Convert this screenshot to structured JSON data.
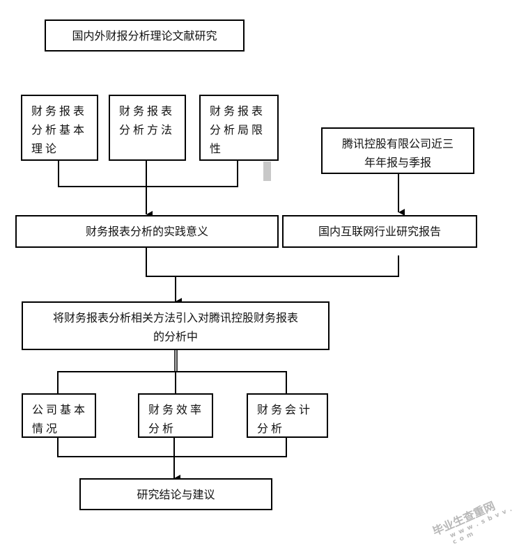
{
  "nodes": {
    "top": "国内外财报分析理论文献研究",
    "theory_a": [
      "财务报表",
      "分析基本",
      "理论"
    ],
    "theory_b": [
      "财务报表",
      "分析方法"
    ],
    "theory_c": [
      "财务报表",
      "分析局限",
      "性"
    ],
    "tencent_reports": [
      "腾讯控股有限公司近三",
      "年年报与季报"
    ],
    "practice": "财务报表分析的实践意义",
    "industry": "国内互联网行业研究报告",
    "apply": [
      "将财务报表分析相关方法引入对腾讯控股财务报表",
      "的分析中"
    ],
    "company": [
      "公司基本",
      "情况"
    ],
    "efficiency": [
      "财务效率",
      "分析"
    ],
    "accounting": [
      "财务会计",
      "分析"
    ],
    "conclusion": "研究结论与建议"
  },
  "watermark": {
    "line1": "毕业生查重网",
    "line2": "w w w . s b v v . c o m"
  }
}
